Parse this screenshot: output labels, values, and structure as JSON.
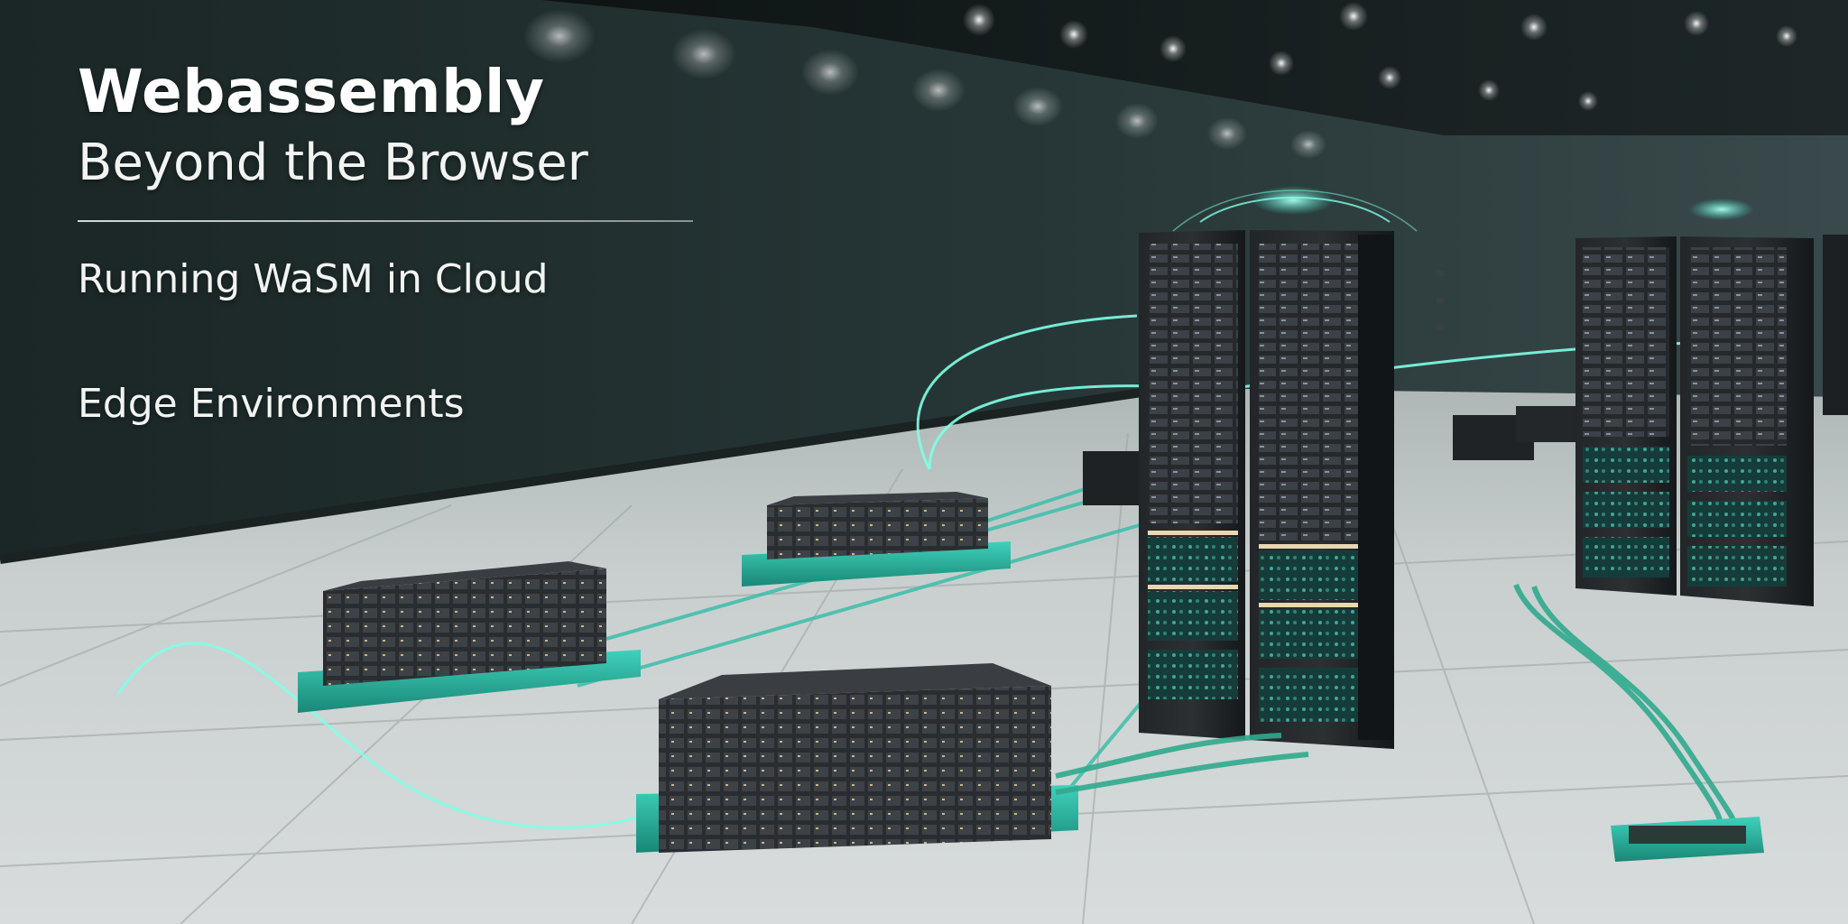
{
  "hero": {
    "title": "Webassembly",
    "subtitle": "Beyond the Browser",
    "tagline_primary": "Running WaSM in Cloud",
    "tagline_secondary": "Edge Environments"
  },
  "palette": {
    "wall": "#243232",
    "floor": "#c9cfcf",
    "accent_teal": "#2bb5a2",
    "glow": "#7fffe6",
    "rack": "#1b1d1f"
  }
}
